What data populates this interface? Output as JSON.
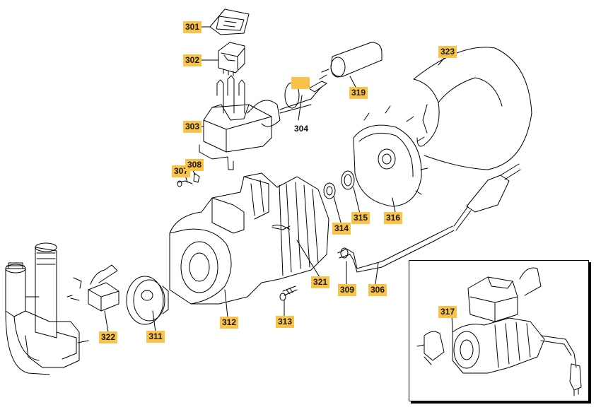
{
  "diagram": {
    "parts": {
      "p301": "301",
      "p302": "302",
      "p303": "303",
      "p304": "304",
      "p306": "306",
      "p307": "307",
      "p308": "308",
      "p309": "309",
      "p311": "311",
      "p312": "312",
      "p313": "313",
      "p314": "314",
      "p315": "315",
      "p316": "316",
      "p317": "317",
      "p319": "319",
      "p321": "321",
      "p322": "322",
      "p323": "323"
    },
    "blank_callout": "",
    "colors": {
      "callout": "#f9c248",
      "line": "#000000"
    }
  }
}
